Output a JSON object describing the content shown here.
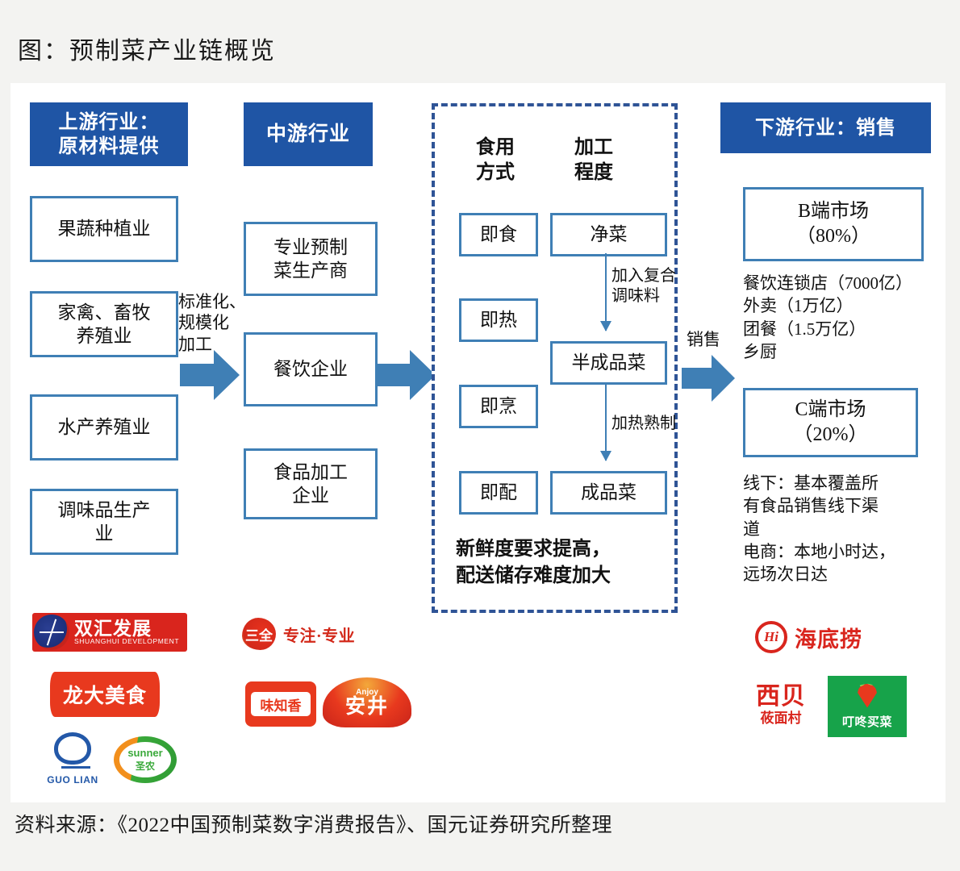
{
  "figure": {
    "title": "图：预制菜产业链概览",
    "source": "资料来源：《2022中国预制菜数字消费报告》、国元证券研究所整理"
  },
  "colors": {
    "banner_blue": "#1f55a5",
    "box_border_blue": "#3f7fb5",
    "arrow_blue": "#3f7fb5",
    "dashed_border_blue": "#2f5496",
    "page_background": "#f3f3f1",
    "card_background": "#ffffff"
  },
  "upstream": {
    "banner": "上游行业：\n原材料提供",
    "boxes": [
      {
        "label": "果蔬种植业"
      },
      {
        "label": "家禽、畜牧\n养殖业"
      },
      {
        "label": "水产养殖业"
      },
      {
        "label": "调味品生产\n业"
      }
    ],
    "logos": [
      {
        "name": "shuanghui-development-logo",
        "cn": "双汇发展",
        "en": "SHUANGHUI DEVELOPMENT"
      },
      {
        "name": "longda-meishi-logo",
        "cn": "龙大美食"
      },
      {
        "name": "guolian-logo",
        "cn": "GUO LIAN"
      },
      {
        "name": "sunner-shengnong-logo",
        "en": "sunner",
        "cn": "圣农"
      }
    ]
  },
  "arrow_upstream_to_mid": {
    "label": "标准化、\n规模化\n加工"
  },
  "midstream": {
    "banner": "中游行业",
    "boxes": [
      {
        "label": "专业预制\n菜生产商"
      },
      {
        "label": "餐饮企业"
      },
      {
        "label": "食品加工\n企业"
      }
    ],
    "logos": [
      {
        "name": "sanquan-logo",
        "cn": "三全",
        "slogan": "专注·专业"
      },
      {
        "name": "weizhixiang-logo",
        "cn": "味知香"
      },
      {
        "name": "anjoy-logo",
        "en": "Anjoy",
        "cn": "安井"
      }
    ]
  },
  "arrow_mid_to_process": {
    "label": ""
  },
  "process": {
    "column_headers": [
      {
        "label": "食用\n方式"
      },
      {
        "label": "加工\n程度"
      }
    ],
    "eating_modes": [
      {
        "label": "即食"
      },
      {
        "label": "即热"
      },
      {
        "label": "即烹"
      },
      {
        "label": "即配"
      }
    ],
    "processing_levels": [
      {
        "label": "净菜"
      },
      {
        "label": "半成品菜"
      },
      {
        "label": "成品菜"
      }
    ],
    "transitions": [
      {
        "label": "加入复合\n调味料"
      },
      {
        "label": "加热熟制"
      }
    ],
    "note": "新鲜度要求提高，\n配送储存难度加大"
  },
  "arrow_process_to_downstream": {
    "label": "销售"
  },
  "downstream": {
    "banner": "下游行业：销售",
    "b_market": {
      "title": "B端市场\n（80%）",
      "details": "餐饮连锁店（7000亿）\n外卖（1万亿）\n团餐（1.5万亿）\n乡厨"
    },
    "c_market": {
      "title": "C端市场\n（20%）",
      "details": "线下：基本覆盖所\n有食品销售线下渠\n道\n电商：本地小时达，\n远场次日达"
    },
    "logos": [
      {
        "name": "haidilao-logo",
        "cn": "海底捞",
        "mark": "Hi"
      },
      {
        "name": "xibei-youmiancun-logo",
        "cn1": "西贝",
        "cn2": "莜面村"
      },
      {
        "name": "dingdong-maicai-logo",
        "cn": "叮咚买菜"
      }
    ]
  }
}
